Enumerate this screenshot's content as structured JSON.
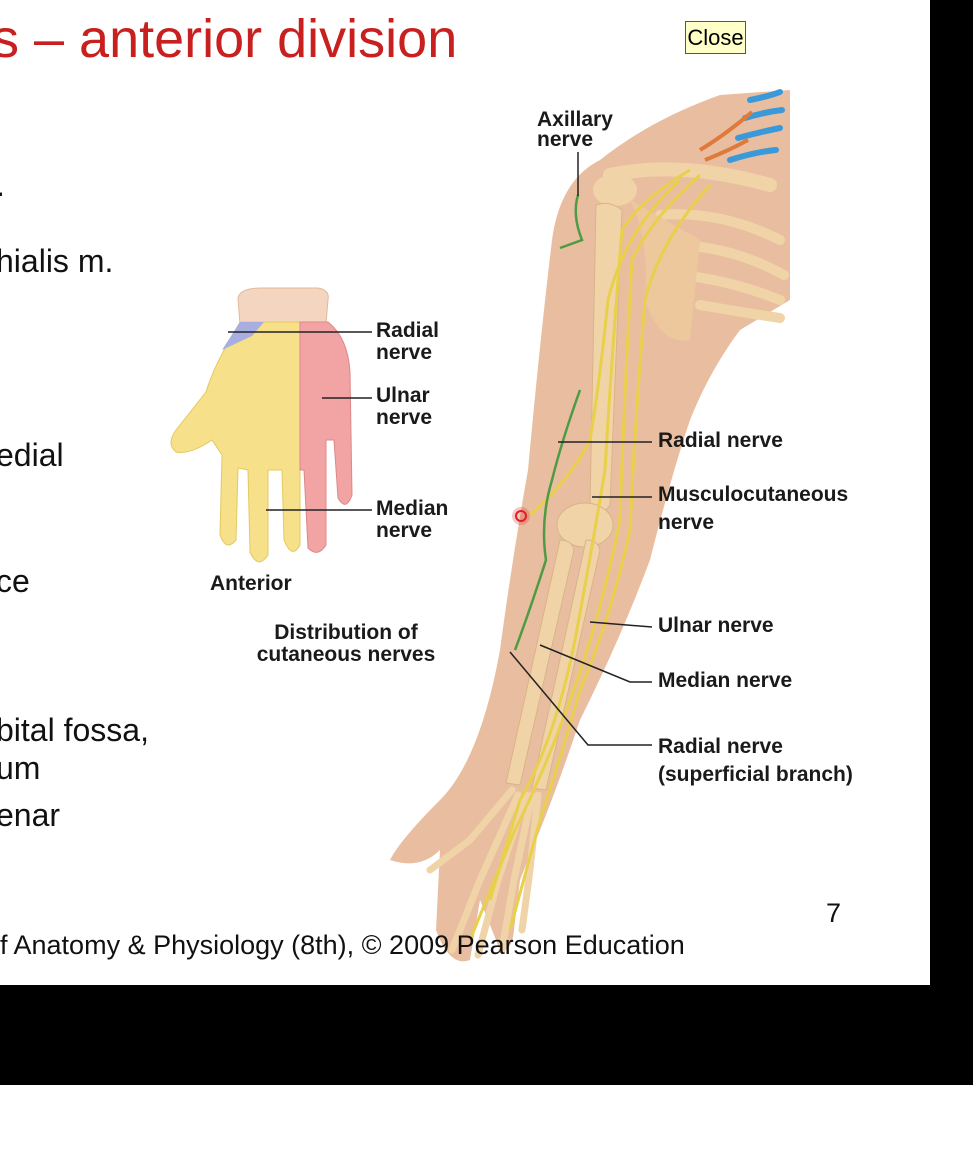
{
  "slide": {
    "title": "s – anterior division",
    "bullets": [
      ".",
      "hialis m.",
      "edial",
      "ce",
      "bital fossa,",
      "um",
      "enar"
    ],
    "page_number": "7",
    "footer": "f Anatomy & Physiology (8th), © 2009 Pearson Education"
  },
  "close_button": {
    "label": "Close"
  },
  "figure": {
    "labels": {
      "axillary_nerve": [
        "Axillary",
        "nerve"
      ],
      "hand_radial_nerve": [
        "Radial",
        "nerve"
      ],
      "hand_ulnar_nerve": [
        "Ulnar",
        "nerve"
      ],
      "hand_median_nerve": [
        "Median",
        "nerve"
      ],
      "hand_anterior": "Anterior",
      "distribution": [
        "Distribution of",
        "cutaneous nerves"
      ],
      "radial_nerve": "Radial nerve",
      "musculocutaneous_nerve": [
        "Musculocutaneous",
        "nerve"
      ],
      "ulnar_nerve": "Ulnar nerve",
      "median_nerve": "Median nerve",
      "radial_superficial": [
        "Radial nerve",
        "(superficial branch)"
      ]
    },
    "colors": {
      "title": "#c8201e",
      "skin": "#e9bea0",
      "bone": "#f0d4a8",
      "nerve": "#e8d04a",
      "radial_zone": "#a9aee0",
      "ulnar_zone": "#f2a3a3",
      "median_zone": "#f7e08a",
      "green_nerve": "#4f9a45",
      "pointer": "#e02020"
    }
  }
}
